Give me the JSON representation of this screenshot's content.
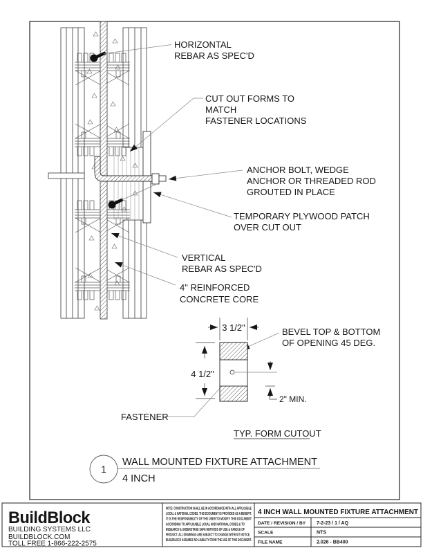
{
  "drawing": {
    "labels": {
      "horizontal_rebar": [
        "HORIZONTAL",
        "REBAR AS SPEC'D"
      ],
      "cut_out_forms": [
        "CUT OUT FORMS TO",
        "MATCH",
        "FASTENER LOCATIONS"
      ],
      "anchor_bolt": [
        "ANCHOR BOLT, WEDGE",
        "ANCHOR OR THREADED ROD",
        "GROUTED IN PLACE"
      ],
      "plywood_patch": [
        "TEMPORARY PLYWOOD PATCH",
        "OVER CUT OUT"
      ],
      "vertical_rebar": [
        "VERTICAL",
        "REBAR AS SPEC'D"
      ],
      "concrete_core": [
        "4\" REINFORCED",
        "CONCRETE CORE"
      ],
      "fastener": "FASTENER",
      "bevel": [
        "BEVEL TOP & BOTTOM",
        "OF OPENING 45 DEG."
      ]
    },
    "dimensions": {
      "opening_width": "3 1/2\"",
      "opening_height": "4 1/2\"",
      "min_embed": "2\" MIN."
    },
    "detail_caption": "TYP. FORM CUTOUT",
    "callout": {
      "number": "1",
      "title": "WALL MOUNTED FIXTURE ATTACHMENT",
      "subtitle": "4 INCH"
    }
  },
  "title_block": {
    "company": {
      "logo": "BuildBlock",
      "name": "BUILDING SYSTEMS LLC",
      "website": "BUILDBLOCK.COM",
      "phone": "TOLL FREE 1-866-222-2575"
    },
    "note_lines": [
      "NOTE: CONSTRUCTION SHALL BE IN ACCORDANCE WITH ALL APPLICABLE",
      "LOCAL & NATIONAL CODES. THIS DOCUMENT IS PROVIDED AS A BENEFIT.",
      "IT IS THE RESPONSIBILITY OF THE USER TO MODIFY THIS DOCUMENT",
      "ACCORDING TO APPLICABLE LOCAL AND NATIONAL CODES & TO",
      "RESEARCH & UNDERSTAND SAFE METHODS OF USE & HANDLE OF",
      "PRODUCT. ALL DRAWINGS ARE SUBJECT TO CHANGE WITHOUT NOTICE.",
      "BUILDBLOCK ASSUMES NO LIABILITY FROM THE USE OF THIS DOCUMENT."
    ],
    "sheet_title": "4 INCH WALL MOUNTED FIXTURE ATTACHMENT",
    "fields": [
      {
        "label": "DATE / REVISION / BY",
        "value": "7-2-23 / 1 / AQ"
      },
      {
        "label": "SCALE",
        "value": "NTS"
      },
      {
        "label": "FILE NAME",
        "value": "2.026 - BB400"
      }
    ]
  },
  "colors": {
    "line": "#1f1f1f",
    "background": "#ffffff"
  }
}
